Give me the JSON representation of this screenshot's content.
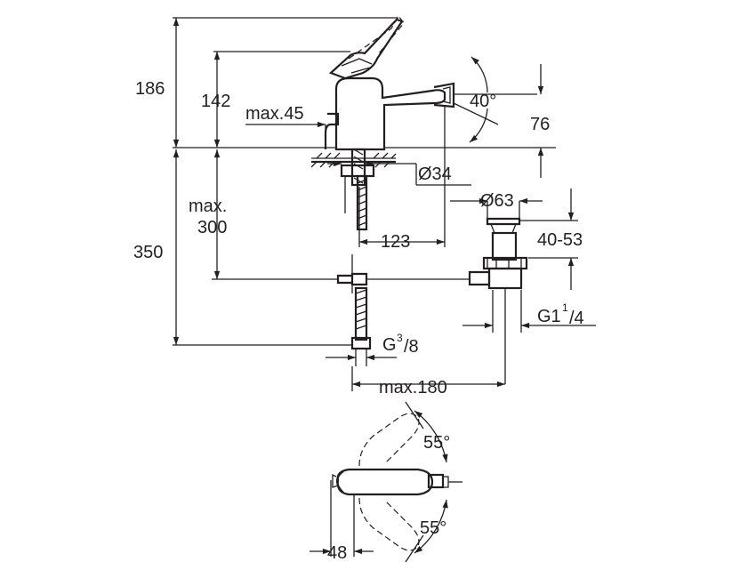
{
  "dimensions": {
    "total_height": "186",
    "spout_height": "142",
    "lever_offset": "max.45",
    "tilt_angle": "40°",
    "spout_to_deck": "76",
    "hole_diameter": "Ø34",
    "plug_diameter": "Ø63",
    "below_deck_max": "max.",
    "below_deck_value": "300",
    "supply_length": "350",
    "waste_length": "123",
    "plug_range": "40-53",
    "waste_thread_main": "G1",
    "waste_thread_num": "1",
    "waste_thread_den": "/4",
    "supply_thread_main": "G",
    "supply_thread_num": "3",
    "supply_thread_den": "/8",
    "pop_up_rod": "max.180",
    "swivel_left": "55°",
    "swivel_right": "55°",
    "lever_depth": "48"
  }
}
